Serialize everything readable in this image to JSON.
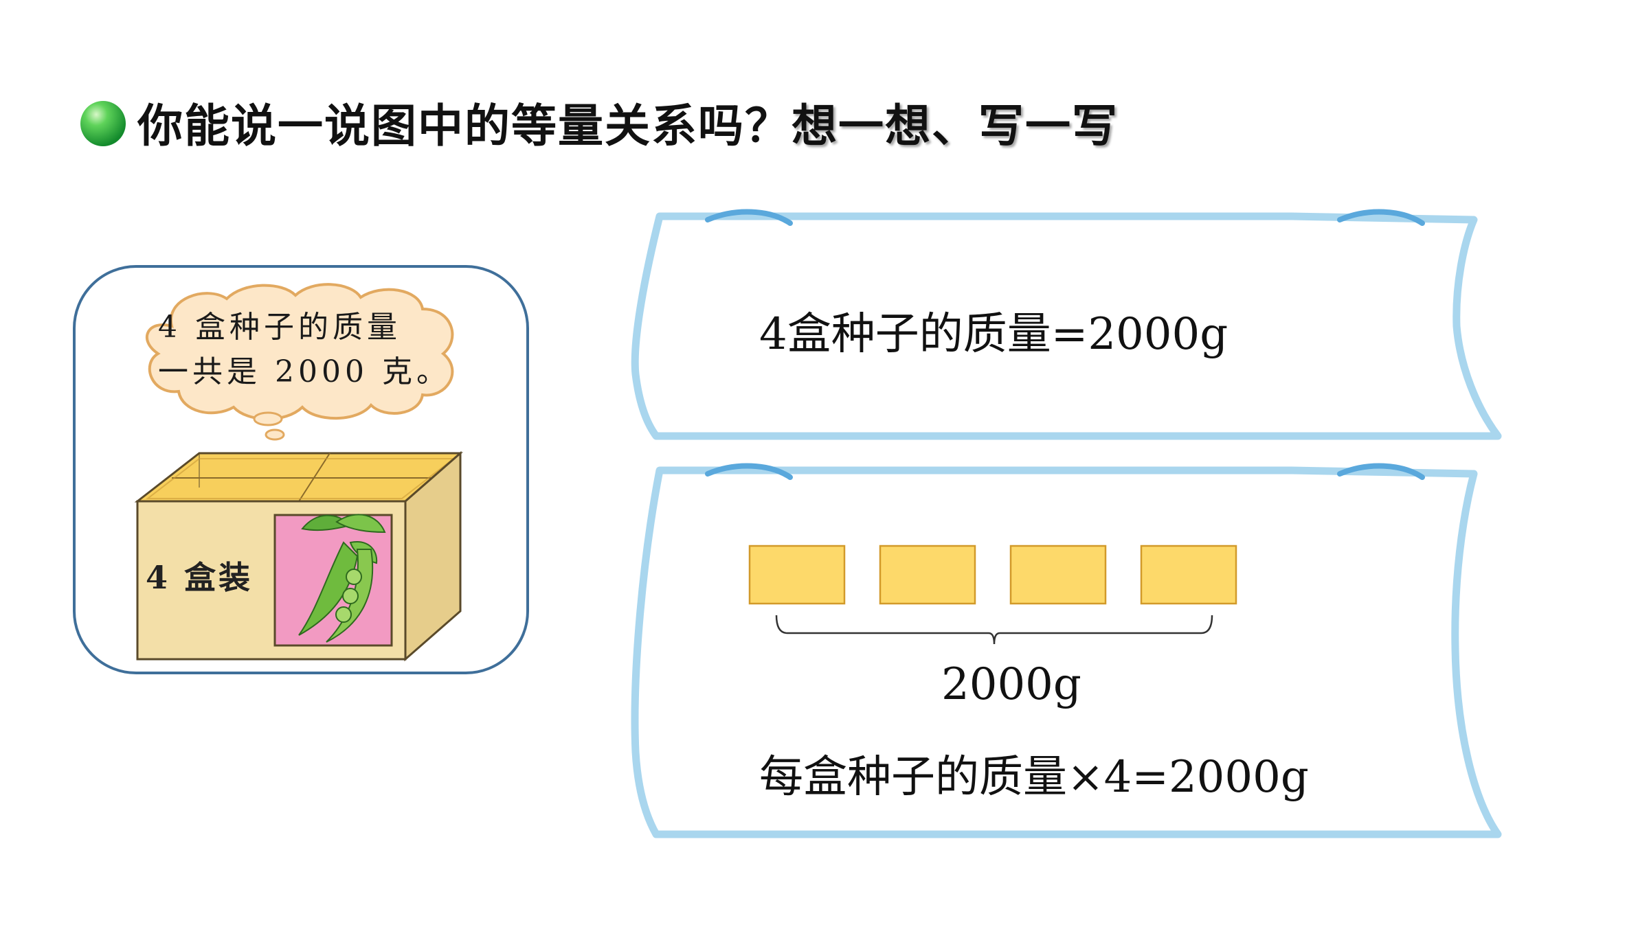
{
  "header": {
    "question": "你能说一说图中的等量关系吗？",
    "instruction": "想一想、写一写"
  },
  "illustration": {
    "thought_line1": "4 盒种子的质量",
    "thought_line2": "一共是 2000 克。",
    "box_label": "4 盒装"
  },
  "note1": {
    "equation": "4盒种子的质量=2000g"
  },
  "note2": {
    "segment_count": 4,
    "total_label": "2000g",
    "equation": "每盒种子的质量×4=2000g"
  },
  "colors": {
    "bullet": "#22a83a",
    "note_border": "#a9d6ee",
    "pin": "#5aa8dc",
    "segment_fill": "#fdd96a",
    "segment_border": "#d29a2a",
    "panel_border": "#3f6f9a",
    "bubble_fill": "#fde7c8",
    "bubble_border": "#e2a960",
    "box_front": "#f3dfa8",
    "box_side": "#e6cd8b",
    "box_top_inner": "#f7cf5c",
    "box_window": "#f29ac2",
    "pod_green": "#5fae3a"
  }
}
